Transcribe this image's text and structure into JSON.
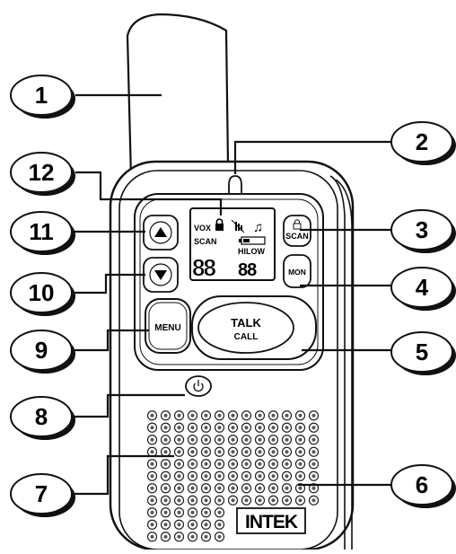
{
  "callouts": [
    {
      "number": "1",
      "target": "antenna"
    },
    {
      "number": "2",
      "target": "led-indicator"
    },
    {
      "number": "3",
      "target": "scan-lock-button"
    },
    {
      "number": "4",
      "target": "monitor-button"
    },
    {
      "number": "5",
      "target": "talk-call-button"
    },
    {
      "number": "6",
      "target": "speaker-grille"
    },
    {
      "number": "7",
      "target": "microphone"
    },
    {
      "number": "8",
      "target": "power-button"
    },
    {
      "number": "9",
      "target": "menu-button"
    },
    {
      "number": "10",
      "target": "down-button"
    },
    {
      "number": "11",
      "target": "up-button"
    },
    {
      "number": "12",
      "target": "lcd-display"
    }
  ],
  "display": {
    "vox": "VOX",
    "scan": "SCAN",
    "hilow": "HILOW",
    "channel_digits": "88",
    "subcode_digits": "88"
  },
  "buttons": {
    "scan_label": "SCAN",
    "mon_label": "MON",
    "menu_label": "MENU",
    "talk_label": "TALK",
    "call_label": "CALL"
  },
  "brand": "INTEK",
  "icons": {
    "up": "triangle-up-icon",
    "down": "triangle-down-icon",
    "lock": "lock-icon",
    "power": "power-icon",
    "music": "music-note-icon",
    "battery": "battery-icon",
    "signal": "signal-bars-icon"
  }
}
